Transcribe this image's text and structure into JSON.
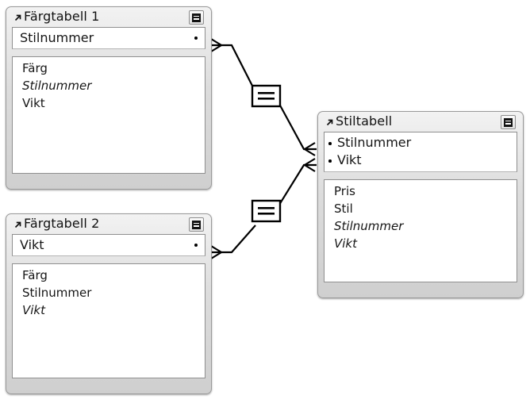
{
  "app": {
    "view_name": "Relationships Graph",
    "background_color": "#ffffff"
  },
  "icons": {
    "toc_arrow": "arrow-up-right-icon",
    "toc_menu": "list-menu-icon",
    "key_marker": "key-field-dot-icon",
    "operator": "equals-operator-icon",
    "endpoint": "crows-foot-icon"
  },
  "tables": [
    {
      "id": "fargtabell-1",
      "title": "Färgtabell 1",
      "menu_button_label": "",
      "key_fields": [
        {
          "label": "Stilnummer",
          "marker": true,
          "italic": false
        }
      ],
      "fields": [
        {
          "label": "Färg",
          "marker": false,
          "italic": false
        },
        {
          "label": "Stilnummer",
          "marker": false,
          "italic": true
        },
        {
          "label": "Vikt",
          "marker": false,
          "italic": false
        }
      ]
    },
    {
      "id": "stiltabell",
      "title": "Stiltabell",
      "menu_button_label": "",
      "key_fields": [
        {
          "label": "Stilnummer",
          "marker": true,
          "italic": false
        },
        {
          "label": "Vikt",
          "marker": true,
          "italic": false
        }
      ],
      "fields": [
        {
          "label": "Pris",
          "marker": false,
          "italic": false
        },
        {
          "label": "Stil",
          "marker": false,
          "italic": false
        },
        {
          "label": "Stilnummer",
          "marker": false,
          "italic": true
        },
        {
          "label": "Vikt",
          "marker": false,
          "italic": true
        }
      ]
    },
    {
      "id": "fargtabell-2",
      "title": "Färgtabell 2",
      "menu_button_label": "",
      "key_fields": [
        {
          "label": "Vikt",
          "marker": true,
          "italic": false
        }
      ],
      "fields": [
        {
          "label": "Färg",
          "marker": false,
          "italic": false
        },
        {
          "label": "Stilnummer",
          "marker": false,
          "italic": false
        },
        {
          "label": "Vikt",
          "marker": false,
          "italic": true
        }
      ]
    }
  ],
  "relationships": [
    {
      "id": "rel-1",
      "operator": "=",
      "from_table": "Färgtabell 1",
      "from_field": "Stilnummer",
      "to_table": "Stiltabell",
      "to_field": "Stilnummer"
    },
    {
      "id": "rel-2",
      "operator": "=",
      "from_table": "Färgtabell 2",
      "from_field": "Vikt",
      "to_table": "Stiltabell",
      "to_field": "Vikt"
    }
  ],
  "colors": {
    "window_border": "#9a9a9a",
    "titlebar_top": "#f2f2f2",
    "titlebar_bottom": "#cfcfcf",
    "pane_background": "#ffffff",
    "pane_border": "#8f8f8f",
    "line": "#000000",
    "text": "#151515"
  }
}
